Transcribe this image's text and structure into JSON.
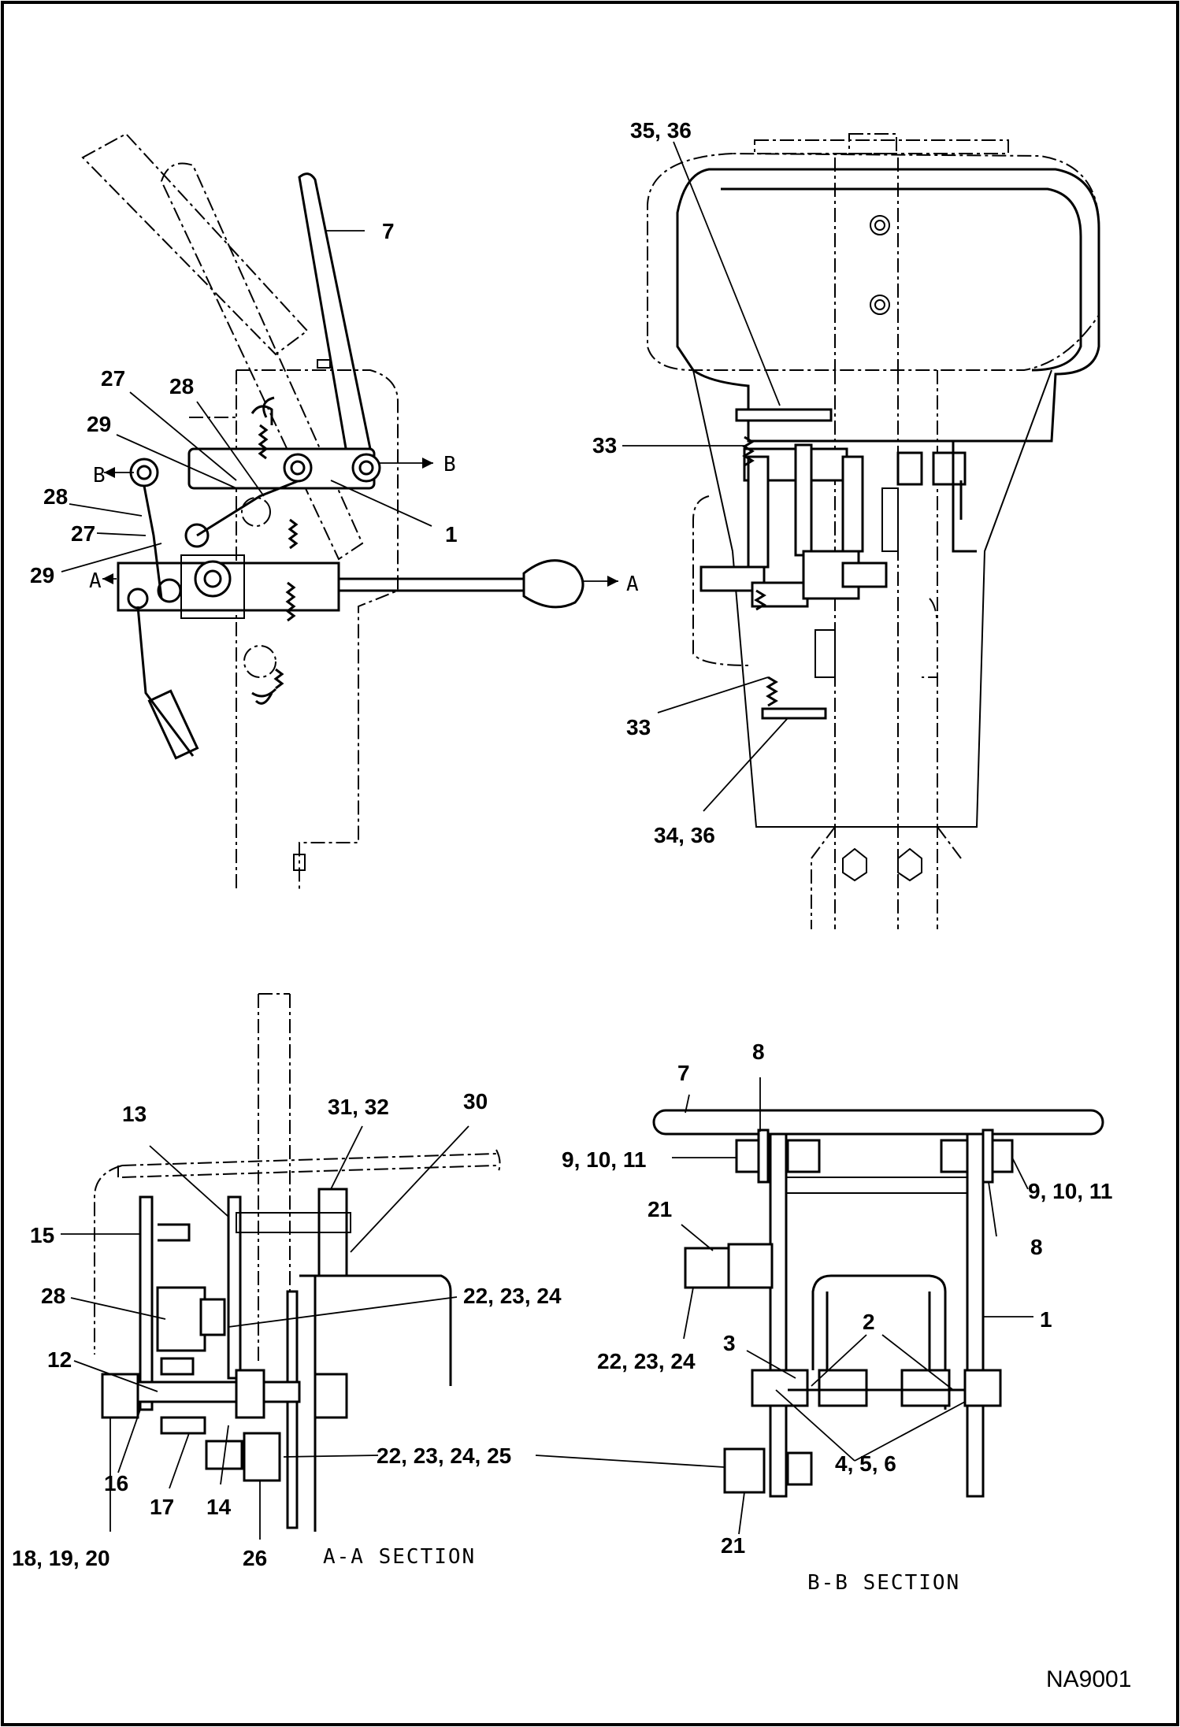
{
  "document_id": "NA9001",
  "views": {
    "top_left": {
      "arrow_b_left": "B",
      "arrow_b_right": "B",
      "arrow_a_left": "A",
      "arrow_a_right": "A",
      "callouts": [
        "7",
        "27",
        "28",
        "29",
        "1",
        "28",
        "27",
        "29"
      ]
    },
    "top_right": {
      "callouts": [
        "35, 36",
        "33",
        "33",
        "34, 36"
      ]
    },
    "bottom_left": {
      "caption": "A-A SECTION",
      "callouts": [
        "13",
        "31, 32",
        "30",
        "15",
        "28",
        "22, 23, 24",
        "12",
        "16",
        "17",
        "14",
        "26",
        "18, 19, 20"
      ]
    },
    "bottom_right": {
      "caption": "B-B SECTION",
      "callouts": [
        "7",
        "8",
        "9, 10, 11",
        "9, 10, 11",
        "8",
        "21",
        "22, 23, 24",
        "1",
        "3",
        "2",
        "4, 5, 6",
        "21"
      ]
    },
    "shared_callout": "22, 23, 24, 25"
  }
}
